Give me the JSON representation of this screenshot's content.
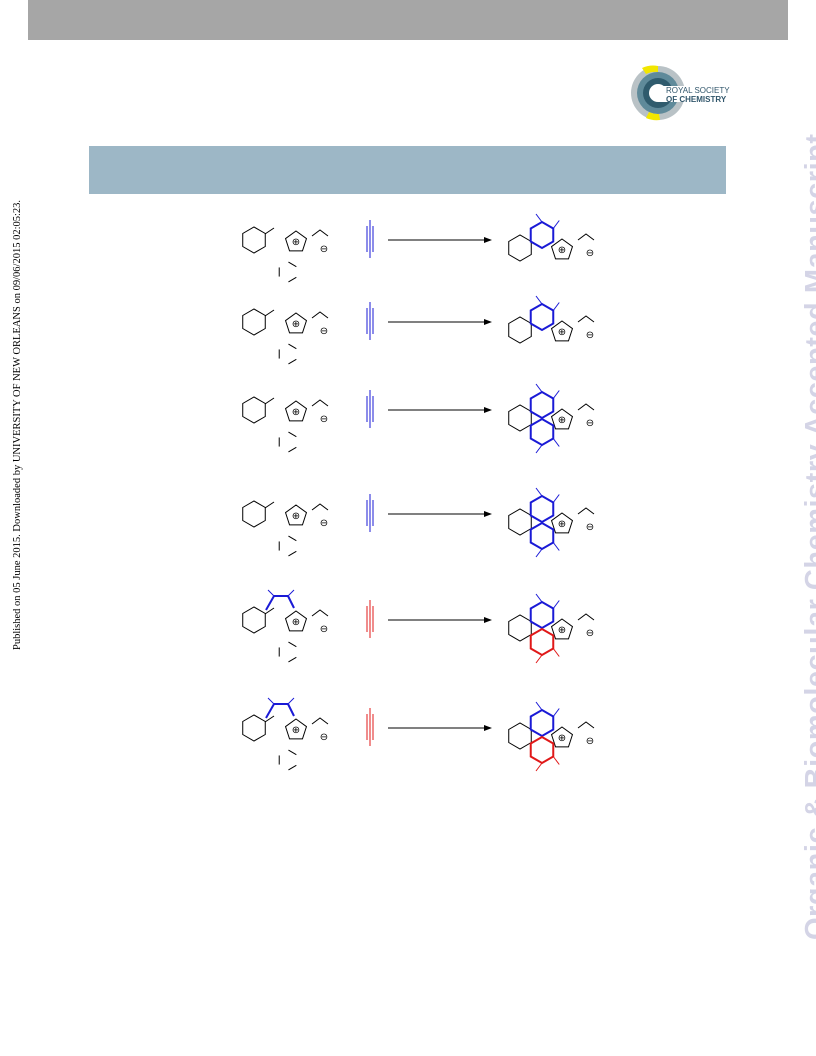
{
  "header": {
    "publisher": "ROYAL SOCIETY OF CHEMISTRY",
    "logo_line1": "ROYAL SOCIETY",
    "logo_line2": "OF CHEMISTRY"
  },
  "side_note": "Published on 05 June 2015. Downloaded by UNIVERSITY OF NEW ORLEANS on 09/06/2015 02:05:23.",
  "watermark": "Organic & Biomolecular Chemistry Accepted Manuscript",
  "scheme": {
    "plus_symbol": "⊕",
    "minus_symbol": "⊖",
    "colors": {
      "black": "#000000",
      "blue": "#1a1ad6",
      "red": "#e01818",
      "logo_teal": "#31566b",
      "logo_yellow": "#f2e600"
    },
    "reactions": [
      {
        "alkyne_color": "#1a1ad6",
        "start_colored": false,
        "product_type": "single",
        "product_color": "#1a1ad6"
      },
      {
        "alkyne_color": "#1a1ad6",
        "start_colored": false,
        "product_type": "single",
        "product_color": "#1a1ad6"
      },
      {
        "alkyne_color": "#1a1ad6",
        "start_colored": false,
        "product_type": "double",
        "product_color": "#1a1ad6"
      },
      {
        "alkyne_color": "#1a1ad6",
        "start_colored": false,
        "product_type": "double",
        "product_color": "#1a1ad6"
      },
      {
        "alkyne_color": "#e01818",
        "start_colored": true,
        "product_type": "double",
        "product_color": "#e01818"
      },
      {
        "alkyne_color": "#e01818",
        "start_colored": true,
        "product_type": "double",
        "product_color": "#e01818"
      }
    ]
  }
}
